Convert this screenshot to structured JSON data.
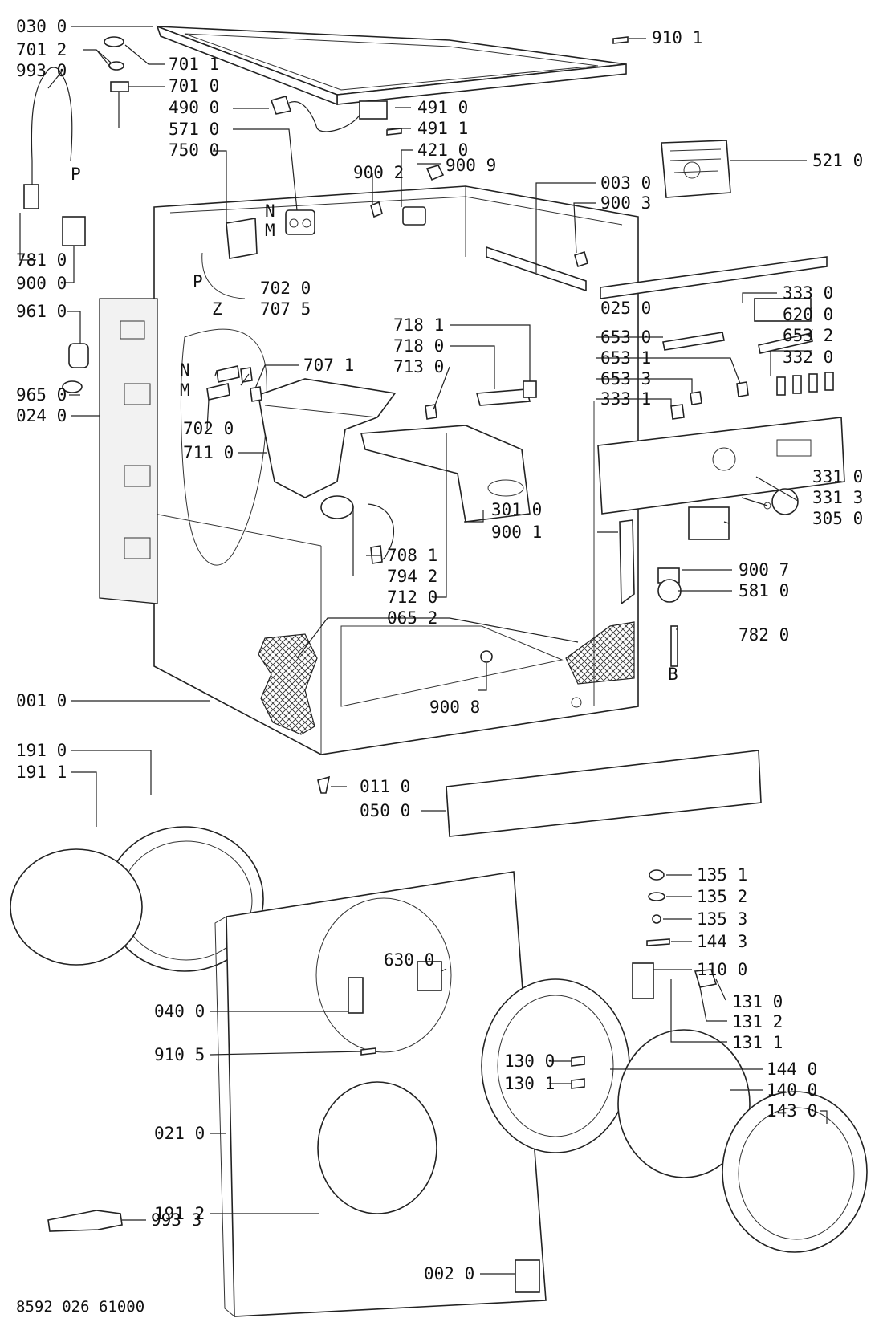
{
  "drawing_number": "8592 026 61000",
  "callouts": [
    {
      "id": "c0300",
      "text": "030 0"
    },
    {
      "id": "c7012",
      "text": "701 2"
    },
    {
      "id": "c9930",
      "text": "993 0"
    },
    {
      "id": "c7011",
      "text": "701 1"
    },
    {
      "id": "c7010",
      "text": "701 0"
    },
    {
      "id": "c4900",
      "text": "490 0"
    },
    {
      "id": "c5710",
      "text": "571 0"
    },
    {
      "id": "c7500",
      "text": "750 0"
    },
    {
      "id": "c4910",
      "text": "491 0"
    },
    {
      "id": "c4911",
      "text": "491 1"
    },
    {
      "id": "c4210",
      "text": "421 0"
    },
    {
      "id": "c9002",
      "text": "900 2"
    },
    {
      "id": "c9009",
      "text": "900 9"
    },
    {
      "id": "c9101",
      "text": "910 1"
    },
    {
      "id": "c5210",
      "text": "521 0"
    },
    {
      "id": "c0030",
      "text": "003 0"
    },
    {
      "id": "c9003",
      "text": "900 3"
    },
    {
      "id": "c7810",
      "text": "781 0"
    },
    {
      "id": "c9000",
      "text": "900 0"
    },
    {
      "id": "c9610",
      "text": "961 0"
    },
    {
      "id": "c7020a",
      "text": "702 0"
    },
    {
      "id": "c7075",
      "text": "707 5"
    },
    {
      "id": "c7071",
      "text": "707 1"
    },
    {
      "id": "c3330",
      "text": "333 0"
    },
    {
      "id": "c0250",
      "text": "025 0"
    },
    {
      "id": "c6200",
      "text": "620 0"
    },
    {
      "id": "c6530",
      "text": "653 0"
    },
    {
      "id": "c6532",
      "text": "653 2"
    },
    {
      "id": "c7181",
      "text": "718 1"
    },
    {
      "id": "c7180",
      "text": "718 0"
    },
    {
      "id": "c7130",
      "text": "713 0"
    },
    {
      "id": "c6531",
      "text": "653 1"
    },
    {
      "id": "c3320",
      "text": "332 0"
    },
    {
      "id": "c6533",
      "text": "653 3"
    },
    {
      "id": "c3331",
      "text": "333 1"
    },
    {
      "id": "c9650",
      "text": "965 0"
    },
    {
      "id": "c0240",
      "text": "024 0"
    },
    {
      "id": "c7020b",
      "text": "702 0"
    },
    {
      "id": "c7110",
      "text": "711 0"
    },
    {
      "id": "c3310",
      "text": "331 0"
    },
    {
      "id": "c3313",
      "text": "331 3"
    },
    {
      "id": "c3010",
      "text": "301 0"
    },
    {
      "id": "c3050",
      "text": "305 0"
    },
    {
      "id": "c9001",
      "text": "900 1"
    },
    {
      "id": "c7081",
      "text": "708 1"
    },
    {
      "id": "c9007",
      "text": "900 7"
    },
    {
      "id": "c7942",
      "text": "794 2"
    },
    {
      "id": "c5810",
      "text": "581 0"
    },
    {
      "id": "c7120",
      "text": "712 0"
    },
    {
      "id": "c0652",
      "text": "065 2"
    },
    {
      "id": "c7820",
      "text": "782 0"
    },
    {
      "id": "c0010",
      "text": "001 0"
    },
    {
      "id": "c9008",
      "text": "900 8"
    },
    {
      "id": "c1910",
      "text": "191 0"
    },
    {
      "id": "c1911",
      "text": "191 1"
    },
    {
      "id": "c0110",
      "text": "011 0"
    },
    {
      "id": "c0500",
      "text": "050 0"
    },
    {
      "id": "c1351",
      "text": "135 1"
    },
    {
      "id": "c1352",
      "text": "135 2"
    },
    {
      "id": "c1353",
      "text": "135 3"
    },
    {
      "id": "c1443",
      "text": "144 3"
    },
    {
      "id": "c6300",
      "text": "630 0"
    },
    {
      "id": "c1100",
      "text": "110 0"
    },
    {
      "id": "c0400",
      "text": "040 0"
    },
    {
      "id": "c1310",
      "text": "131 0"
    },
    {
      "id": "c1312",
      "text": "131 2"
    },
    {
      "id": "c1311",
      "text": "131 1"
    },
    {
      "id": "c9105",
      "text": "910 5"
    },
    {
      "id": "c1300",
      "text": "130 0"
    },
    {
      "id": "c1440",
      "text": "144 0"
    },
    {
      "id": "c1301",
      "text": "130 1"
    },
    {
      "id": "c1400",
      "text": "140 0"
    },
    {
      "id": "c0210",
      "text": "021 0"
    },
    {
      "id": "c1430",
      "text": "143 0"
    },
    {
      "id": "c1912",
      "text": "191 2"
    },
    {
      "id": "c9933",
      "text": "993 3"
    },
    {
      "id": "c0020",
      "text": "002 0"
    }
  ],
  "letters": [
    {
      "id": "lP1",
      "text": "P"
    },
    {
      "id": "lN1",
      "text": "N"
    },
    {
      "id": "lM1",
      "text": "M"
    },
    {
      "id": "lP2",
      "text": "P"
    },
    {
      "id": "lZ",
      "text": "Z"
    },
    {
      "id": "lN2",
      "text": "N"
    },
    {
      "id": "lM2",
      "text": "M"
    },
    {
      "id": "lB",
      "text": "B"
    }
  ]
}
